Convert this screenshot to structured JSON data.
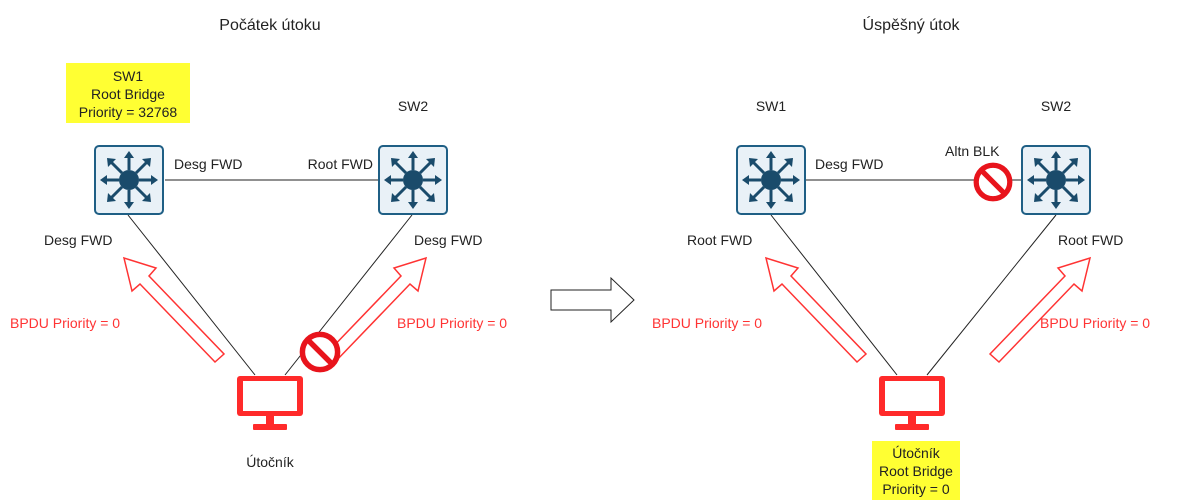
{
  "colors": {
    "line": "#222222",
    "switch_fill": "#e9f1f7",
    "switch_border": "#1f5f85",
    "switch_icon": "#1a4b6b",
    "attacker": "#ff2a2a",
    "highlight": "#ffff33",
    "bpdu": "#ff3333",
    "block": "#e8141c"
  },
  "left": {
    "title": "Počátek útoku",
    "sw1": {
      "name_lines": [
        "SW1",
        "Root Bridge",
        "Priority = 32768"
      ],
      "port_to_sw2": "Desg FWD",
      "port_to_attacker": "Desg FWD"
    },
    "sw2": {
      "name": "SW2",
      "port_to_sw1": "Root FWD",
      "port_to_attacker": "Desg FWD"
    },
    "bpdu_left": "BPDU Priority = 0",
    "bpdu_right": "BPDU Priority = 0",
    "attacker_label": "Útočník"
  },
  "right": {
    "title": "Úspěšný útok",
    "sw1": {
      "name": "SW1",
      "port_to_sw2": "Desg FWD",
      "port_to_attacker": "Root FWD"
    },
    "sw2": {
      "name": "SW2",
      "port_to_sw1": "Altn BLK",
      "port_to_attacker": "Root FWD"
    },
    "bpdu_left": "BPDU Priority = 0",
    "bpdu_right": "BPDU Priority = 0",
    "attacker_lines": [
      "Útočník",
      "Root Bridge",
      "Priority = 0"
    ]
  }
}
